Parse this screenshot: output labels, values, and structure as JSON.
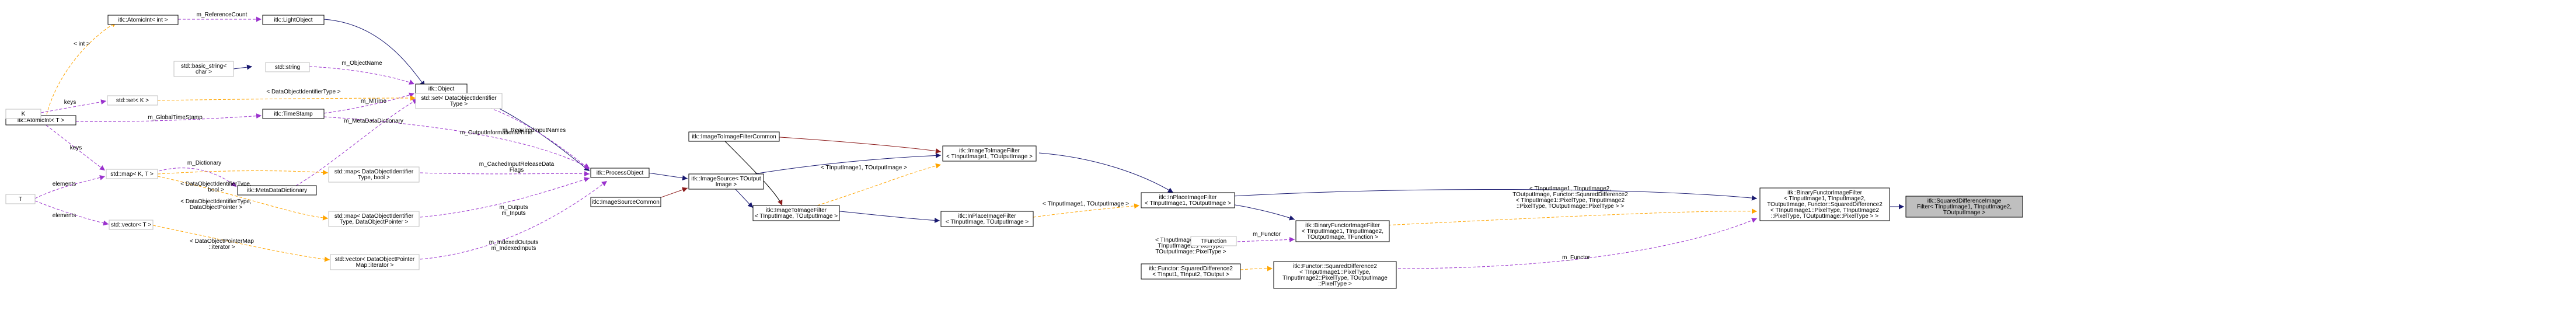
{
  "nodes": [
    {
      "id": "atomicint_int",
      "lines": [
        "itk::AtomicInt< int >"
      ]
    },
    {
      "id": "atomicint_t",
      "lines": [
        "itk::AtomicInt< T >"
      ]
    },
    {
      "id": "basic_string",
      "lines": [
        "std::basic_string<",
        "char >"
      ]
    },
    {
      "id": "string",
      "lines": [
        "std::string"
      ]
    },
    {
      "id": "lightobject",
      "lines": [
        "itk::LightObject"
      ]
    },
    {
      "id": "timestamp",
      "lines": [
        "itk::TimeStamp"
      ]
    },
    {
      "id": "object",
      "lines": [
        "itk::Object"
      ]
    },
    {
      "id": "set_k",
      "lines": [
        "std::set< K >"
      ]
    },
    {
      "id": "k",
      "lines": [
        "K"
      ]
    },
    {
      "id": "metadatadict",
      "lines": [
        "itk::MetaDataDictionary"
      ]
    },
    {
      "id": "map_kt",
      "lines": [
        "std::map< K, T >"
      ]
    },
    {
      "id": "t",
      "lines": [
        "T"
      ]
    },
    {
      "id": "vector_t",
      "lines": [
        "std::vector< T >"
      ]
    },
    {
      "id": "set_doi",
      "lines": [
        "std::set< DataObjectIdentifier",
        "Type >"
      ]
    },
    {
      "id": "map_doi_bool",
      "lines": [
        "std::map< DataObjectIdentifier",
        "Type, bool >"
      ]
    },
    {
      "id": "map_doi_ptr",
      "lines": [
        "std::map< DataObjectIdentifier",
        "Type, DataObjectPointer >"
      ]
    },
    {
      "id": "vector_dop",
      "lines": [
        "std::vector< DataObjectPointer",
        "Map::iterator >"
      ]
    },
    {
      "id": "processobject",
      "lines": [
        "itk::ProcessObject"
      ]
    },
    {
      "id": "imagesource",
      "lines": [
        "itk::ImageSource< TOutput",
        "Image >"
      ]
    },
    {
      "id": "imagesourcecommon",
      "lines": [
        "itk::ImageSourceCommon"
      ]
    },
    {
      "id": "imgtoimgcommon",
      "lines": [
        "itk::ImageToImageFilterCommon"
      ]
    },
    {
      "id": "imgtoimg_t",
      "lines": [
        "itk::ImageToImageFilter",
        "< TInputImage, TOutputImage >"
      ]
    },
    {
      "id": "imgtoimg_t1",
      "lines": [
        "itk::ImageToImageFilter",
        "< TInputImage1, TOutputImage >"
      ]
    },
    {
      "id": "inplace_t",
      "lines": [
        "itk::InPlaceImageFilter",
        "< TInputImage, TOutputImage >"
      ]
    },
    {
      "id": "inplace_t1",
      "lines": [
        "itk::InPlaceImageFilter",
        "< TInputImage1, TOutputImage >"
      ]
    },
    {
      "id": "binfunc_generic",
      "lines": [
        "itk::BinaryFunctorImageFilter",
        "< TInputImage1, TInputImage2,",
        "TOutputImage, TFunction >"
      ]
    },
    {
      "id": "tfunction",
      "lines": [
        "TFunction"
      ]
    },
    {
      "id": "functor_sd2_plain",
      "lines": [
        "itk::Functor::SquaredDifference2",
        "< TInput1, TInput2, TOutput >"
      ]
    },
    {
      "id": "functor_sd2_pix",
      "lines": [
        "itk::Functor::SquaredDifference2",
        "< TInputImage1::PixelType,",
        "TInputImage2::PixelType, TOutputImage",
        "::PixelType >"
      ]
    },
    {
      "id": "binfunc_sd2",
      "lines": [
        "itk::BinaryFunctorImageFilter",
        "< TInputImage1, TInputImage2,",
        "TOutputImage, Functor::SquaredDifference2",
        "< TInputImage1::PixelType, TInputImage2",
        "::PixelType, TOutputImage::PixelType > >"
      ]
    },
    {
      "id": "sqdiff",
      "lines": [
        "itk::SquaredDifferenceImage",
        "Filter< TInputImage1, TInputImage2,",
        "TOutputImage >"
      ]
    }
  ],
  "edge_labels": {
    "int_lbl": [
      "< int >"
    ],
    "refcount": [
      "m_ReferenceCount"
    ],
    "globaltimestamp": [
      "m_GlobalTimeStamp"
    ],
    "objectname": [
      "m_ObjectName"
    ],
    "mtime": [
      "m_MTime"
    ],
    "metadatadictionary": [
      "m_MetaDataDictionary"
    ],
    "outputinfomtime": [
      "m_OutputInformationMTime"
    ],
    "keys1": [
      "keys"
    ],
    "keys2": [
      "keys"
    ],
    "doitype": [
      "< DataObjectIdentifierType >"
    ],
    "dictionary": [
      "m_Dictionary"
    ],
    "requiredinputnames": [
      "m_RequiredInputNames"
    ],
    "doi_bool": [
      "< DataObjectIdentifierType,",
      "bool >"
    ],
    "doi_ptr": [
      "< DataObjectIdentifierType,",
      "DataObjectPointer >"
    ],
    "cachedinput": [
      "m_CachedInputReleaseData",
      "Flags"
    ],
    "outputs": [
      "m_Outputs",
      "m_Inputs"
    ],
    "elements1": [
      "elements"
    ],
    "elements2": [
      "elements"
    ],
    "dopmap": [
      "< DataObjectPointerMap",
      "::iterator >"
    ],
    "indexedoutputs": [
      "m_IndexedOutputs",
      "m_IndexedInputs"
    ],
    "ti1_to_1": [
      "< TInputImage1, TOutputImage >"
    ],
    "ti1_to_2": [
      "< TInputImage1, TOutputImage >"
    ],
    "functor1": [
      "m_Functor"
    ],
    "functor2": [
      "m_Functor"
    ],
    "bind_sd2": [
      "< TInputImage1, TInputImage2,",
      "TOutputImage, Functor::SquaredDifference2",
      "< TInputImage1::PixelType, TInputImage2",
      "::PixelType, TOutputImage::PixelType > >"
    ],
    "bind_pix": [
      "< TInputImage1::PixelType,",
      "TInputImage2::PixelType,",
      "TOutputImage::PixelType >"
    ]
  },
  "colors": {
    "inheritance": "#191970",
    "usage": "#9a32cd",
    "template": "#ffa500",
    "private": "#8b1a1a",
    "focus_fill": "#bfbfbf",
    "undocumented_border": "#bfbfbf"
  }
}
